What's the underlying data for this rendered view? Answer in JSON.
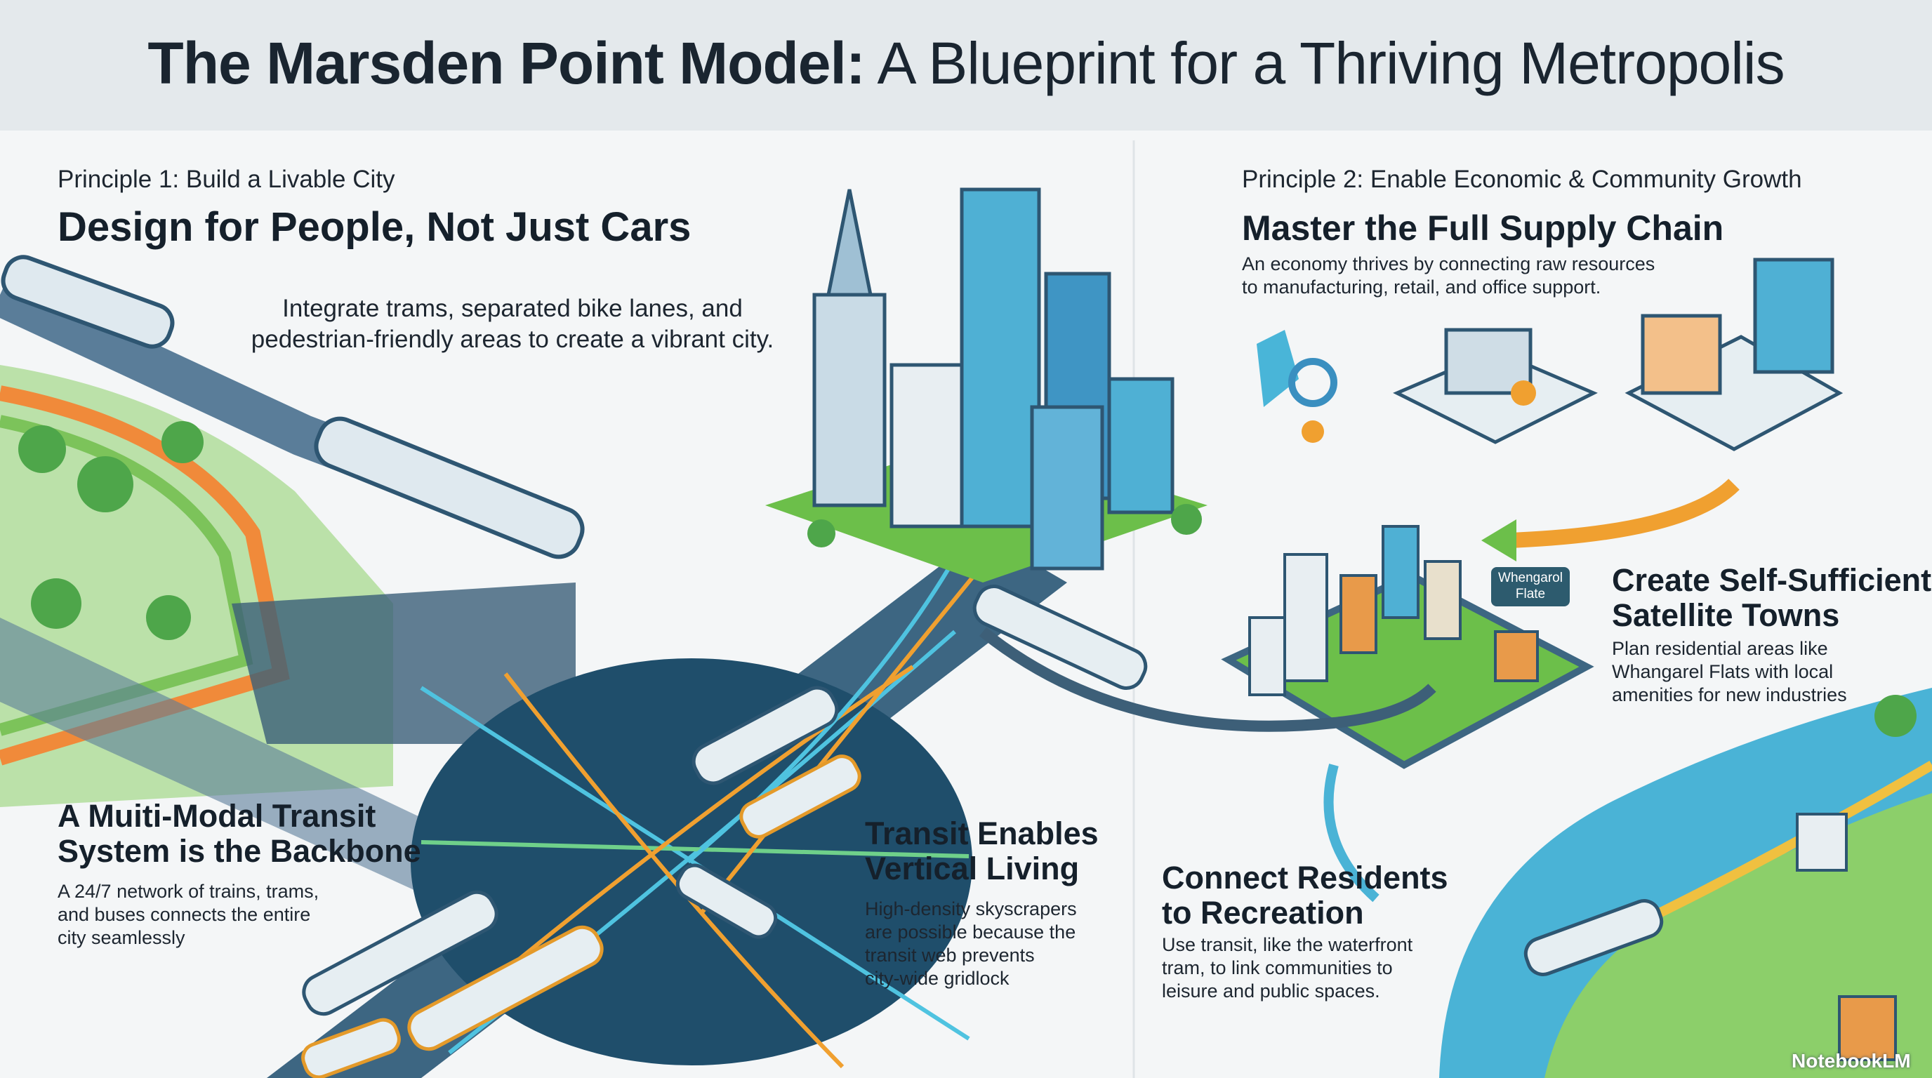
{
  "header": {
    "title_bold": "The Marsden Point Model:",
    "title_rest": " A Blueprint for a Thriving Metropolis"
  },
  "principle1": {
    "kicker": "Principle 1: Build a Livable City",
    "heading": "Design for People, Not Just Cars",
    "body_lines": [
      "Integrate trams, separated bike lanes, and",
      "pedestrian-friendly areas to create a vibrant city."
    ]
  },
  "transit_backbone": {
    "heading_lines": [
      "A Muiti-Modal Transit",
      "System is the Backbone"
    ],
    "body_lines": [
      "A 24/7 network of trains, trams,",
      "and buses connects the entire",
      "city seamlessly"
    ]
  },
  "vertical_living": {
    "heading_lines": [
      "Transit Enables",
      "Vertical Living"
    ],
    "body_lines": [
      "High-density skyscrapers",
      "are possible because the",
      "transit web prevents",
      "city-wide gridlock"
    ]
  },
  "principle2": {
    "kicker": "Principle 2: Enable Economic & Community Growth",
    "heading": "Master the Full Supply Chain",
    "body_lines": [
      "An economy thrives by connecting raw resources",
      "to manufacturing, retail, and office support."
    ]
  },
  "satellite": {
    "heading_lines": [
      "Create Self-Sufficient",
      "Satellite Towns"
    ],
    "body_lines": [
      "Plan residential areas like",
      "Whangarel Flats with local",
      "amenities for new industries"
    ],
    "map_label_lines": [
      "Whengarol",
      "Flate"
    ]
  },
  "recreation": {
    "heading_lines": [
      "Connect Residents",
      "to Recreation"
    ],
    "body_lines": [
      "Use transit, like the waterfront",
      "tram, to link communities to",
      "leisure and public spaces."
    ]
  },
  "watermark": "NotebookLM",
  "colors": {
    "header_bg": "#e4e9ec",
    "hub": "#1f4e6b",
    "transit_cyan": "#4fc3e0",
    "transit_orange": "#f0a030",
    "green": "#6cbf4a",
    "water": "#4ab3d6"
  }
}
